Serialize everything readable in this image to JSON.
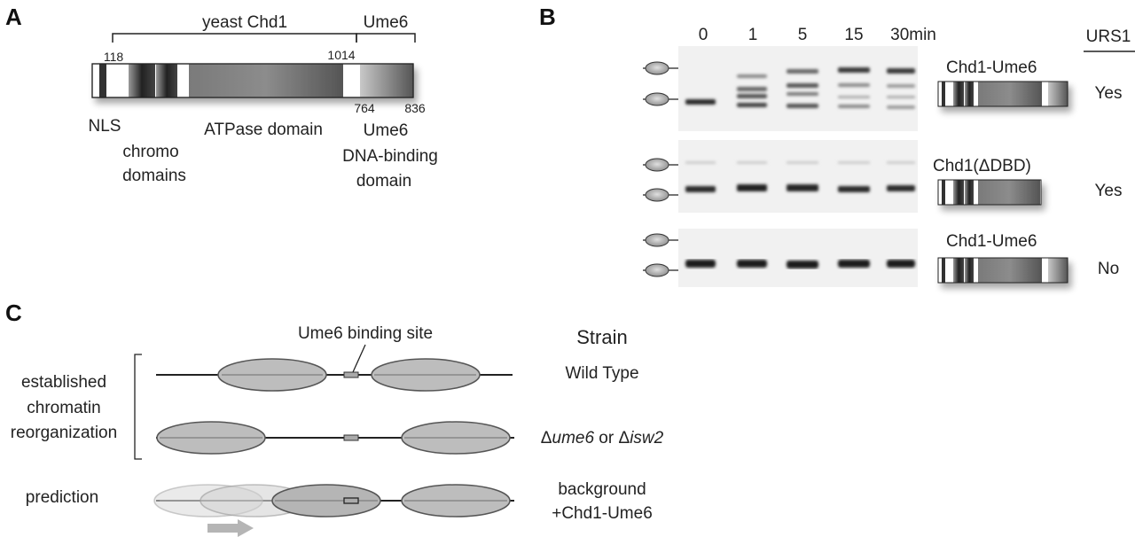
{
  "panel_a": {
    "letter": "A",
    "yeast_label": "yeast Chd1",
    "ume6_label": "Ume6",
    "pos_118": "118",
    "pos_1014": "1014",
    "pos_764": "764",
    "pos_836": "836",
    "nls": "NLS",
    "chromo_1": "chromo",
    "chromo_2": "domains",
    "atpase": "ATPase domain",
    "dbd_1": "Ume6",
    "dbd_2": "DNA-binding",
    "dbd_3": "domain"
  },
  "panel_b": {
    "letter": "B",
    "timepoints": [
      "0",
      "1",
      "5",
      "15",
      "30min"
    ],
    "urs1_header": "URS1",
    "rows": [
      {
        "construct": "Chd1-Ume6",
        "urs1": "Yes"
      },
      {
        "construct": "Chd1(ΔDBD)",
        "urs1": "Yes"
      },
      {
        "construct": "Chd1-Ume6",
        "urs1": "No"
      }
    ]
  },
  "panel_c": {
    "letter": "C",
    "binding_site": "Ume6 binding site",
    "strain_header": "Strain",
    "established_1": "established",
    "established_2": "chromatin",
    "established_3": "reorganization",
    "prediction": "prediction",
    "strain_wt": "Wild Type",
    "strain_mut_delta1": "Δ",
    "strain_mut_gene1": "ume6",
    "strain_mut_or": " or ",
    "strain_mut_delta2": "Δ",
    "strain_mut_gene2": "isw2",
    "strain_bg_1": "background",
    "strain_bg_2": "+Chd1-Ume6"
  }
}
